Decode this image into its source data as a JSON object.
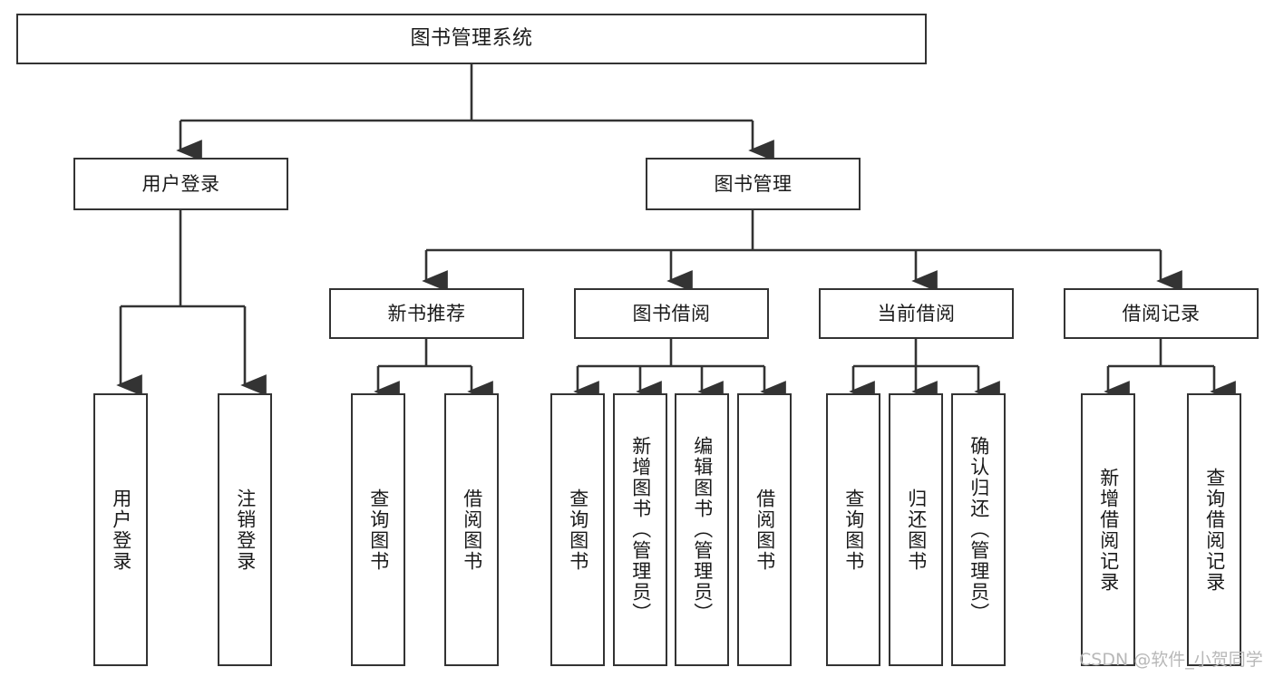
{
  "diagram": {
    "type": "tree-hierarchy",
    "title": "图书管理系统",
    "orientation": "top-down",
    "nodes": {
      "root": {
        "label": "图书管理系统",
        "level": 0
      },
      "l1": [
        {
          "id": "user-login",
          "label": "用户登录",
          "level": 1
        },
        {
          "id": "book-manage",
          "label": "图书管理",
          "level": 1
        }
      ],
      "l2": [
        {
          "id": "new-book-recommend",
          "label": "新书推荐",
          "level": 2,
          "parent": "book-manage"
        },
        {
          "id": "book-borrow",
          "label": "图书借阅",
          "level": 2,
          "parent": "book-manage"
        },
        {
          "id": "current-borrow",
          "label": "当前借阅",
          "level": 2,
          "parent": "book-manage"
        },
        {
          "id": "borrow-record",
          "label": "借阅记录",
          "level": 2,
          "parent": "book-manage"
        }
      ],
      "leaves": [
        {
          "id": "leaf-user-login",
          "label": "用户登录",
          "parent": "user-login"
        },
        {
          "id": "leaf-user-logout",
          "label": "注销登录",
          "parent": "user-login"
        },
        {
          "id": "leaf-query-book-1",
          "label": "查询图书",
          "parent": "new-book-recommend"
        },
        {
          "id": "leaf-borrow-book-1",
          "label": "借阅图书",
          "parent": "new-book-recommend"
        },
        {
          "id": "leaf-query-book-2",
          "label": "查询图书",
          "parent": "book-borrow"
        },
        {
          "id": "leaf-add-book",
          "label": "新增图书（管理员）",
          "parent": "book-borrow"
        },
        {
          "id": "leaf-edit-book",
          "label": "编辑图书（管理员）",
          "parent": "book-borrow"
        },
        {
          "id": "leaf-borrow-book-2",
          "label": "借阅图书",
          "parent": "book-borrow"
        },
        {
          "id": "leaf-query-book-3",
          "label": "查询图书",
          "parent": "current-borrow"
        },
        {
          "id": "leaf-return-book",
          "label": "归还图书",
          "parent": "current-borrow"
        },
        {
          "id": "leaf-confirm-return",
          "label": "确认归还（管理员）",
          "parent": "current-borrow"
        },
        {
          "id": "leaf-add-record",
          "label": "新增借阅记录",
          "parent": "borrow-record"
        },
        {
          "id": "leaf-query-record",
          "label": "查询借阅记录",
          "parent": "borrow-record"
        }
      ]
    },
    "colors": {
      "border": "#333333",
      "background": "#ffffff",
      "text": "#1a1a1a",
      "arrow": "#333333",
      "watermark": "#b8b8b8"
    }
  },
  "watermark": {
    "text": "CSDN @软件_小贺同学"
  }
}
